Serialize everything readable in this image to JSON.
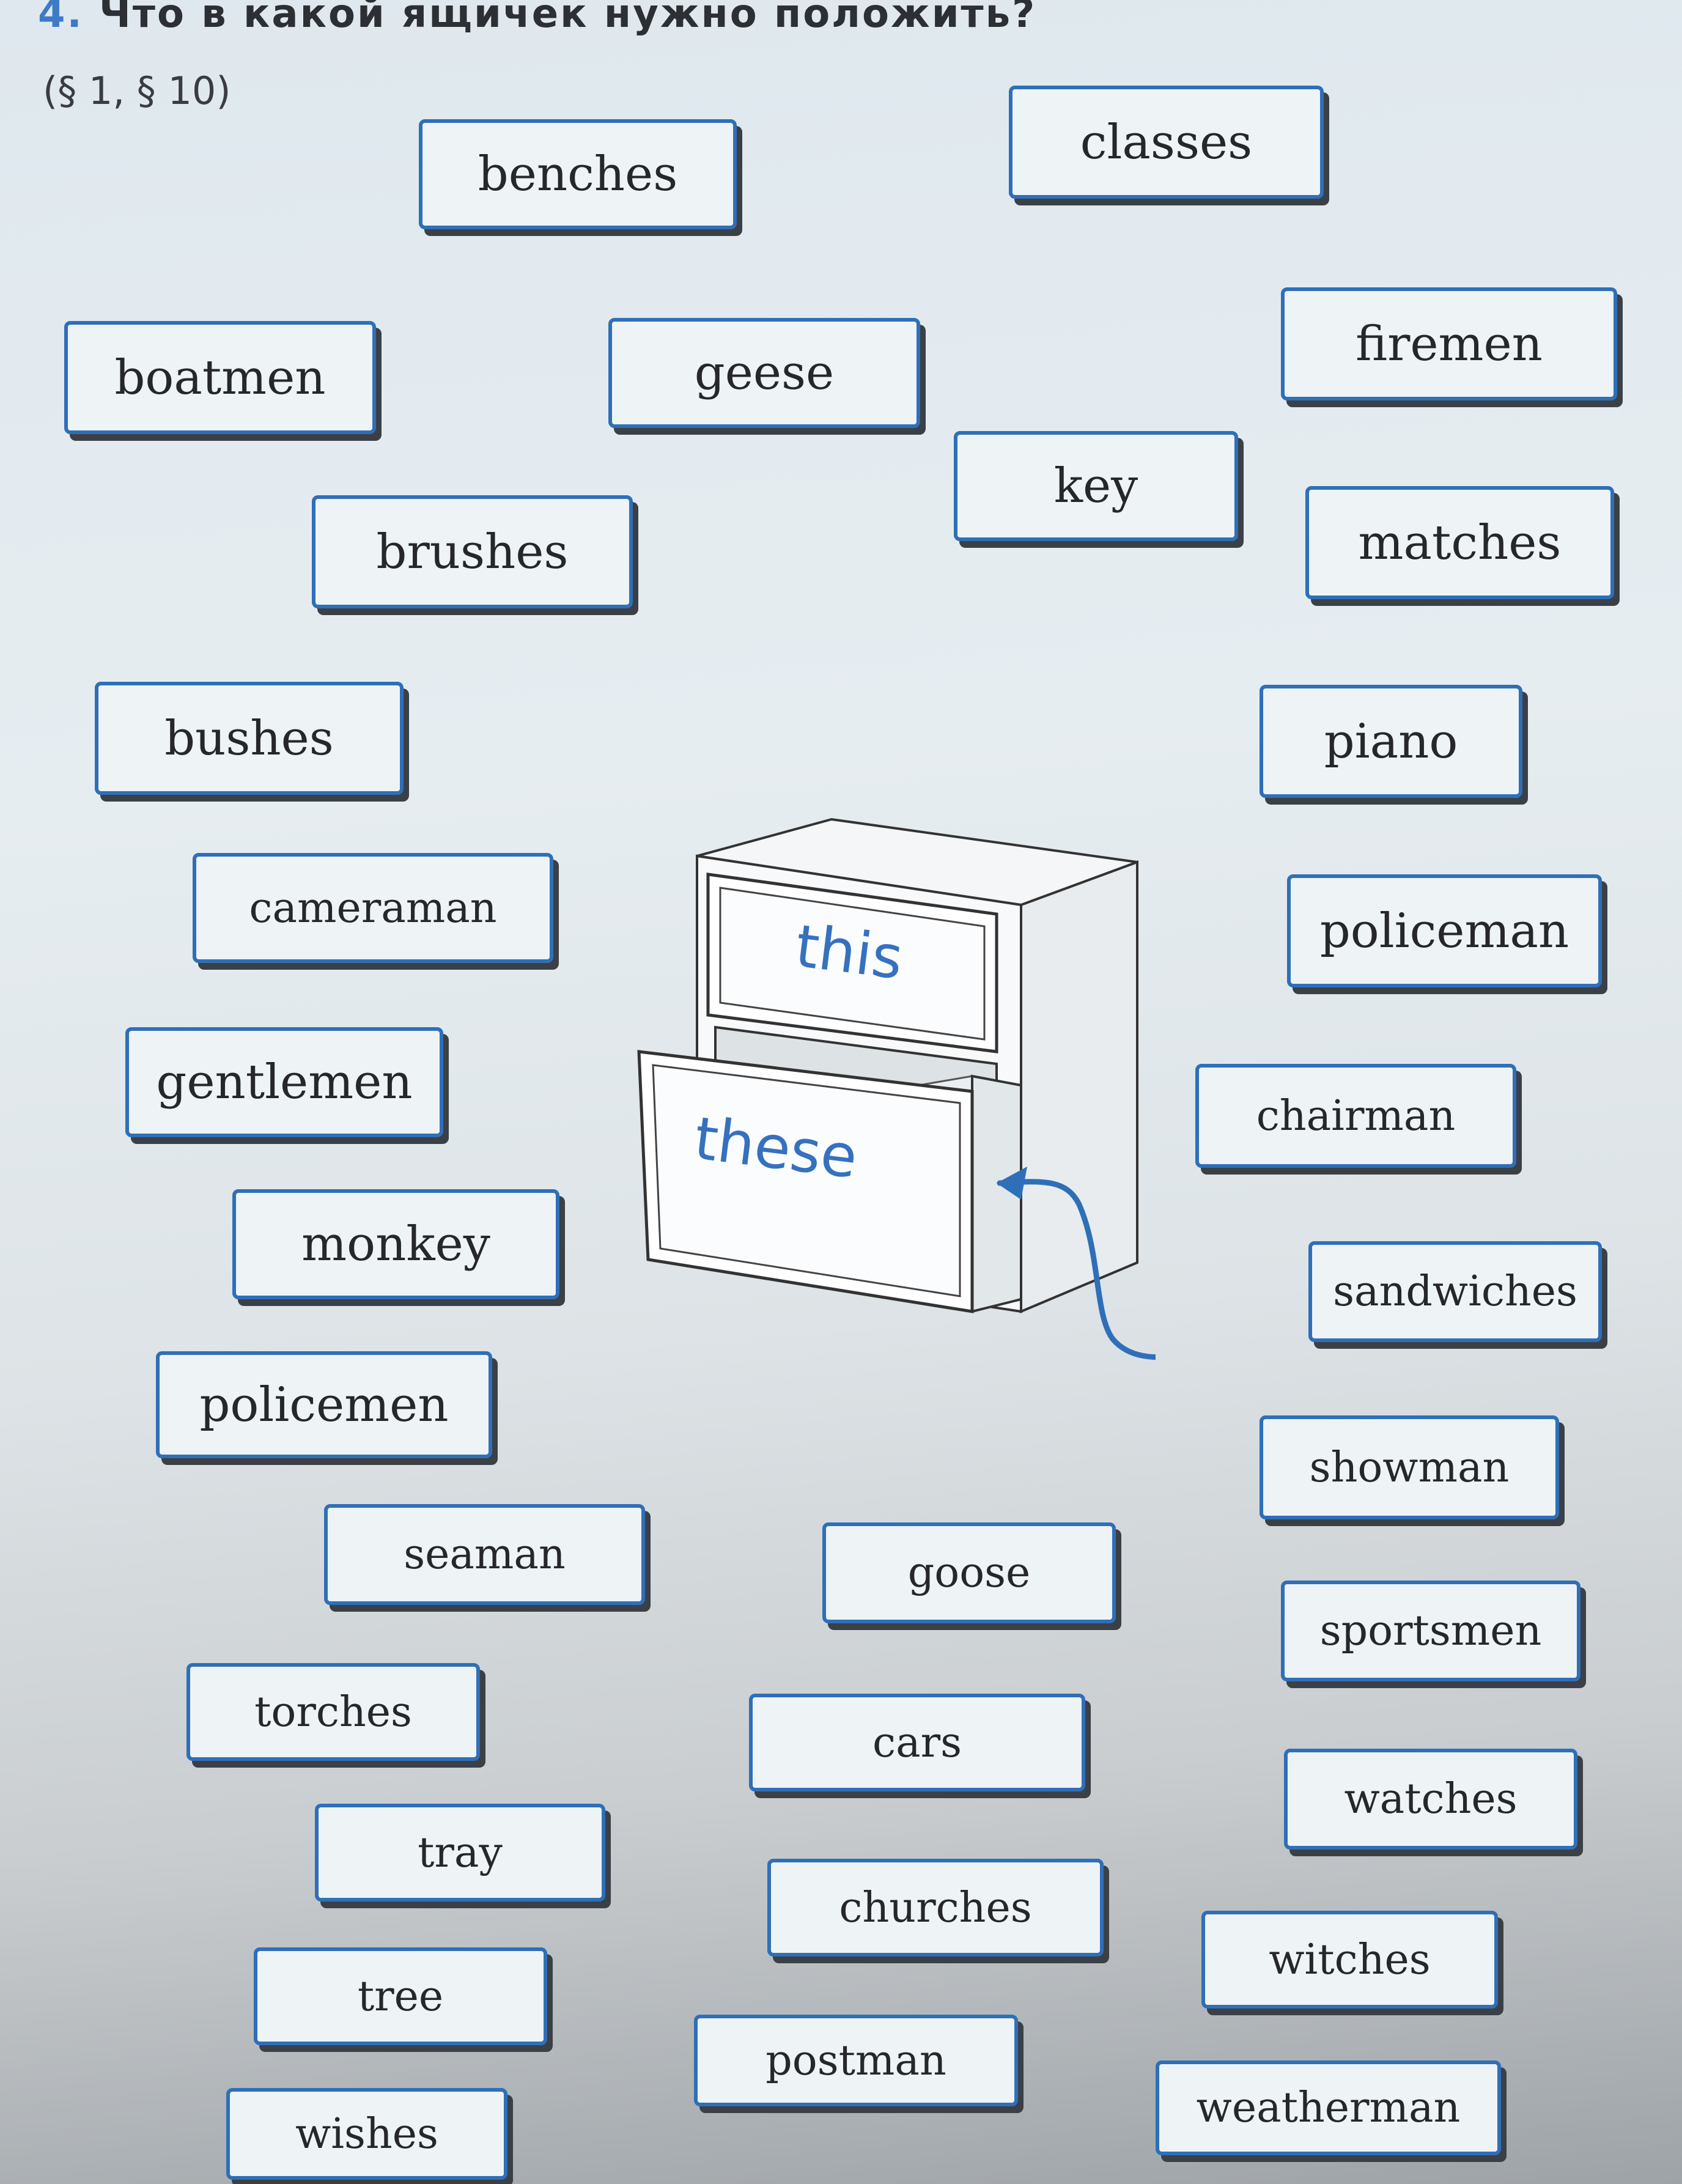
{
  "header": {
    "task_number": "4.",
    "task_text": "Что в какой ящичек нужно положить?",
    "references": "(§ 1,  § 10)"
  },
  "cabinet": {
    "top_drawer_label": "this",
    "bottom_drawer_label": "these"
  },
  "colors": {
    "accent_blue": "#2f6fb8",
    "text_dark": "#25272a",
    "card_bg": "#eef3f6"
  },
  "words": {
    "benches": "benches",
    "classes": "classes",
    "boatmen": "boatmen",
    "geese": "geese",
    "firemen": "firemen",
    "key": "key",
    "brushes": "brushes",
    "matches": "matches",
    "bushes": "bushes",
    "piano": "piano",
    "cameraman": "cameraman",
    "policeman": "policeman",
    "gentlemen": "gentlemen",
    "chairman": "chairman",
    "monkey": "monkey",
    "sandwiches": "sandwiches",
    "policemen": "policemen",
    "showman": "showman",
    "seaman": "seaman",
    "goose": "goose",
    "sportsmen": "sportsmen",
    "torches": "torches",
    "cars": "cars",
    "watches": "watches",
    "tray": "tray",
    "churches": "churches",
    "witches": "witches",
    "tree": "tree",
    "postman": "postman",
    "wishes": "wishes",
    "weatherman": "weatherman"
  }
}
